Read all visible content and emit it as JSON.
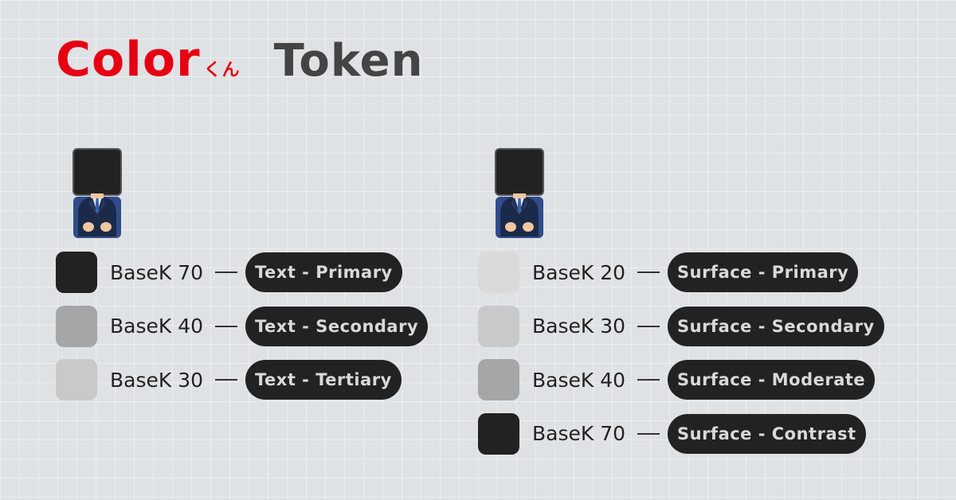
{
  "title": {
    "brand": "Color",
    "brand_suffix": "くん",
    "word": "Token"
  },
  "colors": {
    "brand_red": "#e60012",
    "title_gray": "#444444",
    "pill_bg": "#222222",
    "pill_text": "#d9d9d9"
  },
  "figure_icon": "box-head-businessman-icon",
  "text_tokens": [
    {
      "base": "BaseK 70",
      "token": "Text - Primary",
      "color": "#222222"
    },
    {
      "base": "BaseK 40",
      "token": "Text - Secondary",
      "color": "#a6a6a6"
    },
    {
      "base": "BaseK 30",
      "token": "Text - Tertiary",
      "color": "#c9c9c9"
    }
  ],
  "surface_tokens": [
    {
      "base": "BaseK 20",
      "token": "Surface - Primary",
      "color": "#dadada"
    },
    {
      "base": "BaseK 30",
      "token": "Surface - Secondary",
      "color": "#c9c9c9"
    },
    {
      "base": "BaseK 40",
      "token": "Surface - Moderate",
      "color": "#a6a6a6"
    },
    {
      "base": "BaseK 70",
      "token": "Surface - Contrast",
      "color": "#222222"
    }
  ]
}
